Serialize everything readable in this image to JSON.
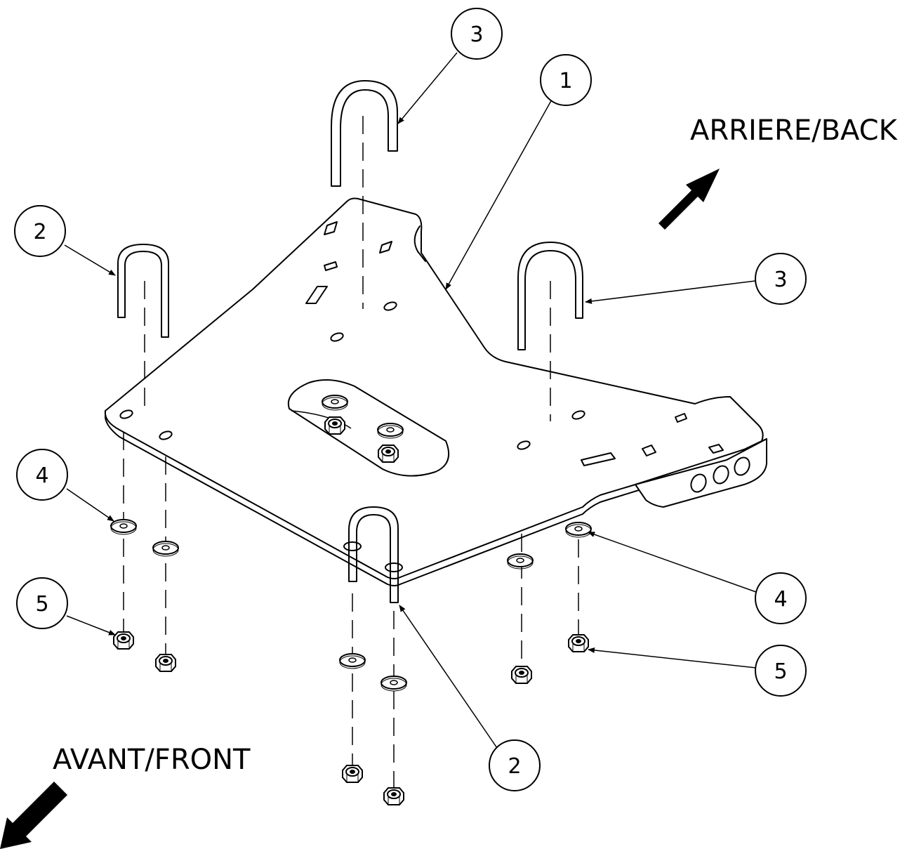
{
  "labels": {
    "back": "ARRIERE/BACK",
    "front": "AVANT/FRONT"
  },
  "callouts": {
    "c1": "1",
    "c2_left": "2",
    "c2_bottom": "2",
    "c3_top": "3",
    "c3_right": "3",
    "c4_left": "4",
    "c4_right": "4",
    "c5_left": "5",
    "c5_right": "5"
  }
}
